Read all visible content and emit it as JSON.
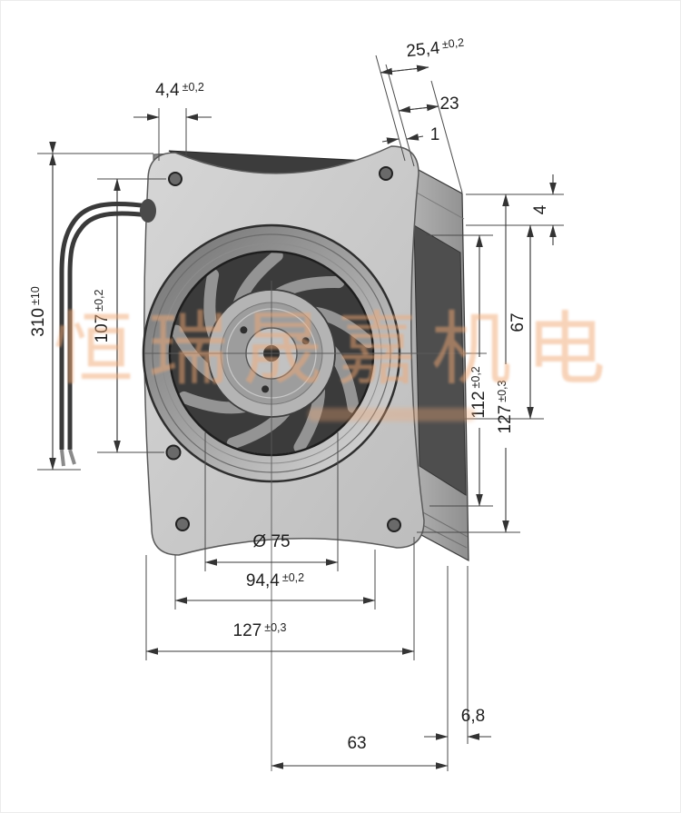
{
  "watermark": {
    "text": "恒瑞晟嘉机电",
    "color": "#f0a875"
  },
  "dimensions": {
    "d44": {
      "value": "4,4",
      "tol": "±0,2"
    },
    "d254": {
      "value": "25,4",
      "tol": "±0,2"
    },
    "d23": {
      "value": "23",
      "tol": ""
    },
    "d1": {
      "value": "1",
      "tol": ""
    },
    "d4": {
      "value": "4",
      "tol": ""
    },
    "d67": {
      "value": "67",
      "tol": ""
    },
    "d112": {
      "value": "112",
      "tol": "±0,2"
    },
    "d127r": {
      "value": "127",
      "tol": "±0,3"
    },
    "d310": {
      "value": "310",
      "tol": "±10"
    },
    "d107": {
      "value": "107",
      "tol": "±0,2"
    },
    "d75": {
      "value": "Ø 75",
      "tol": ""
    },
    "d944": {
      "value": "94,4",
      "tol": "±0,2"
    },
    "d127b": {
      "value": "127",
      "tol": "±0,3"
    },
    "d63": {
      "value": "63",
      "tol": ""
    },
    "d68": {
      "value": "6,8",
      "tol": ""
    }
  }
}
